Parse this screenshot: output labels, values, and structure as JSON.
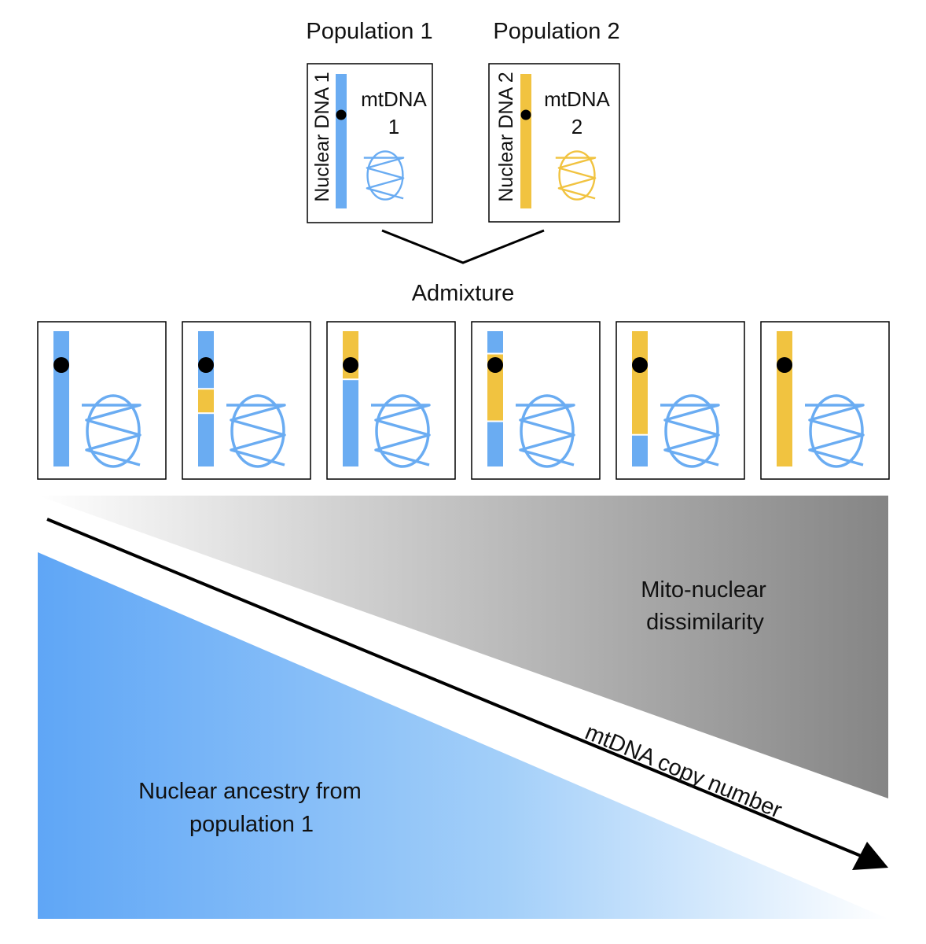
{
  "colors": {
    "population_1": "#6aacf2",
    "population_2": "#f1c340",
    "centromere": "#000000",
    "frame": "#000000",
    "gray_dark": "#858585",
    "blue_strong": "#5fa6f6"
  },
  "populations": [
    {
      "title": "Population 1",
      "nuclear_label": "Nuclear DNA 1",
      "mt_label_top": "mtDNA",
      "mt_label_num": "1",
      "chromosome_color": "population_1",
      "mt_color": "population_1"
    },
    {
      "title": "Population 2",
      "nuclear_label": "Nuclear DNA 2",
      "mt_label_top": "mtDNA",
      "mt_label_num": "2",
      "chromosome_color": "population_2",
      "mt_color": "population_2"
    }
  ],
  "admixture_label": "Admixture",
  "admixed_individuals": [
    {
      "segments": [
        {
          "from": 0,
          "to": 1,
          "color": "population_1"
        }
      ],
      "centromere": 0.25
    },
    {
      "segments": [
        {
          "from": 0,
          "to": 0.42,
          "color": "population_1"
        },
        {
          "from": 0.42,
          "to": 0.6,
          "color": "population_2"
        },
        {
          "from": 0.6,
          "to": 1,
          "color": "population_1"
        }
      ],
      "centromere": 0.25
    },
    {
      "segments": [
        {
          "from": 0,
          "to": 0.35,
          "color": "population_2"
        },
        {
          "from": 0.35,
          "to": 1,
          "color": "population_1"
        }
      ],
      "centromere": 0.25
    },
    {
      "segments": [
        {
          "from": 0,
          "to": 0.16,
          "color": "population_1"
        },
        {
          "from": 0.16,
          "to": 0.66,
          "color": "population_2"
        },
        {
          "from": 0.66,
          "to": 1,
          "color": "population_1"
        }
      ],
      "centromere": 0.25
    },
    {
      "segments": [
        {
          "from": 0,
          "to": 0.76,
          "color": "population_2"
        },
        {
          "from": 0.76,
          "to": 1,
          "color": "population_1"
        }
      ],
      "centromere": 0.25
    },
    {
      "segments": [
        {
          "from": 0,
          "to": 1,
          "color": "population_2"
        }
      ],
      "centromere": 0.25
    }
  ],
  "gradients": {
    "dissimilarity_label_line1": "Mito-nuclear",
    "dissimilarity_label_line2": "dissimilarity",
    "ancestry_label_line1": "Nuclear ancestry from",
    "ancestry_label_line2": "population 1",
    "arrow_label": "mtDNA copy number"
  }
}
